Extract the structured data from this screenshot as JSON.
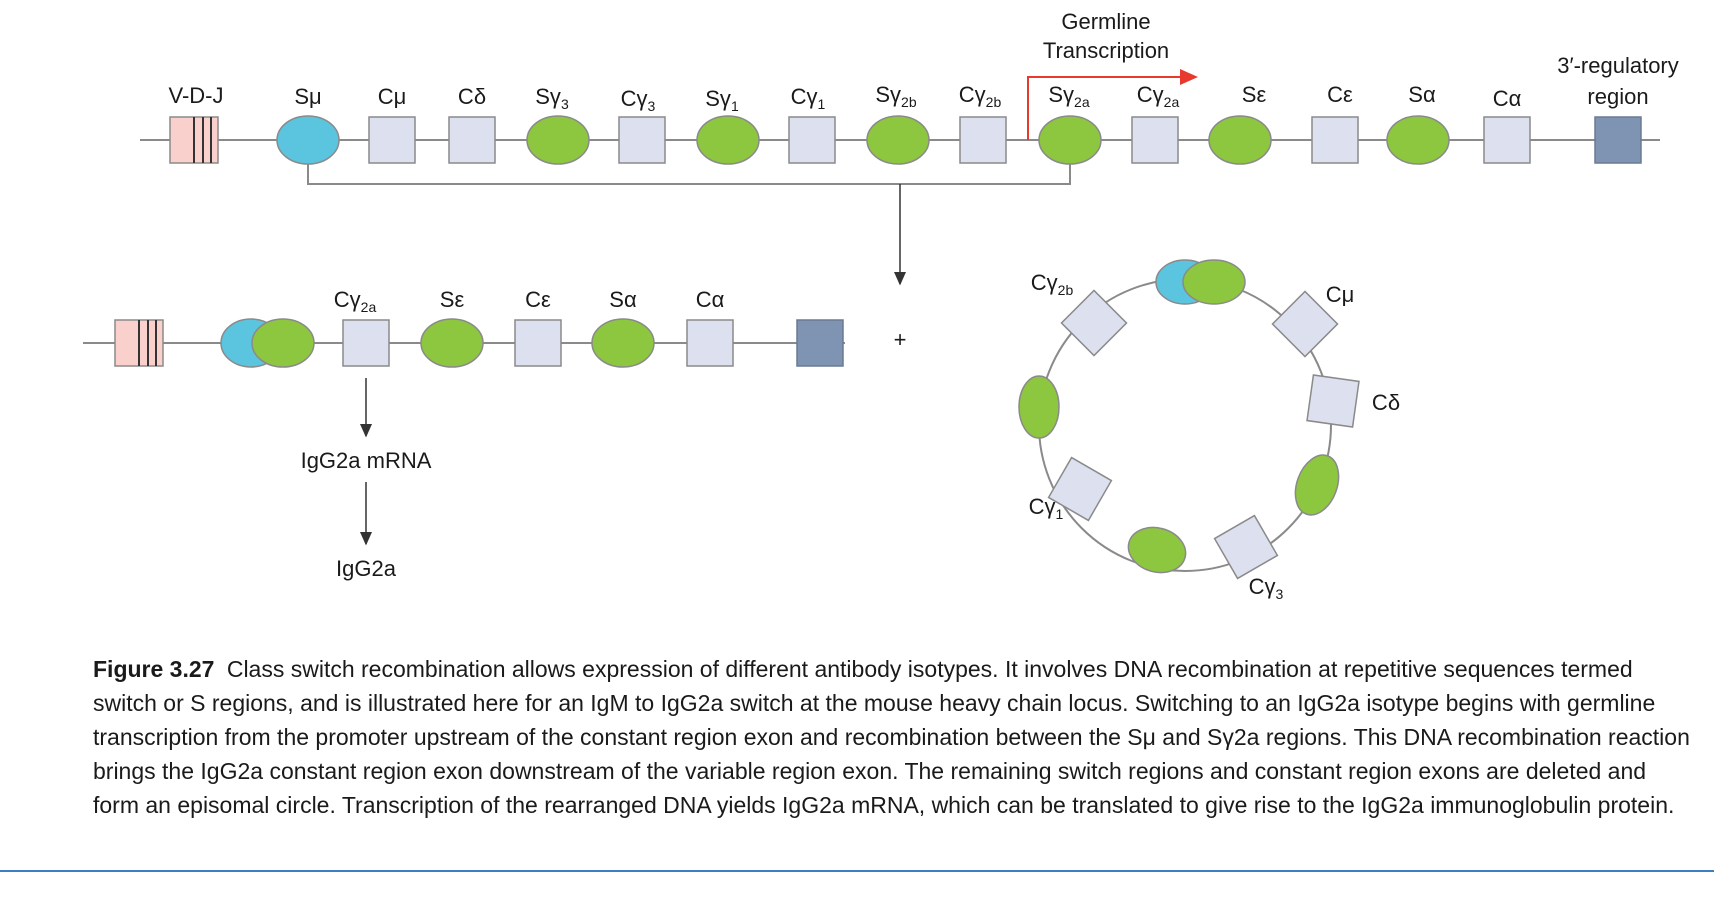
{
  "colors": {
    "s_mu": "#5bc4de",
    "s_region": "#8dc63f",
    "c_exon": "#dde0ee",
    "regulatory": "#7f93b3",
    "vdj": "#f9d0cc",
    "line": "#8a8a8a",
    "transcription_arrow": "#e8392e",
    "rule": "#3a7fc1"
  },
  "germline": {
    "transcription_label": [
      "Germline",
      "Transcription"
    ],
    "vdj_label": "V-D-J",
    "regulatory_label": [
      "3′-regulatory",
      "region"
    ],
    "segments": [
      {
        "name": "S",
        "sub": "μ"
      },
      {
        "name": "C",
        "sub": "μ"
      },
      {
        "name": "C",
        "sub": "δ"
      },
      {
        "name": "Sγ",
        "sub": "3"
      },
      {
        "name": "Cγ",
        "sub": "3"
      },
      {
        "name": "Sγ",
        "sub": "1"
      },
      {
        "name": "Cγ",
        "sub": "1"
      },
      {
        "name": "Sγ",
        "sub": "2b"
      },
      {
        "name": "Cγ",
        "sub": "2b"
      },
      {
        "name": "Sγ",
        "sub": "2a"
      },
      {
        "name": "Cγ",
        "sub": "2a"
      },
      {
        "name": "S",
        "sub": "ε"
      },
      {
        "name": "C",
        "sub": "ε"
      },
      {
        "name": "S",
        "sub": "α"
      },
      {
        "name": "C",
        "sub": "α"
      }
    ]
  },
  "recombined": {
    "segments": [
      {
        "name": "Cγ",
        "sub": "2a"
      },
      {
        "name": "S",
        "sub": "ε"
      },
      {
        "name": "C",
        "sub": "ε"
      },
      {
        "name": "S",
        "sub": "α"
      },
      {
        "name": "C",
        "sub": "α"
      }
    ],
    "plus": "+",
    "mrna": "IgG2a mRNA",
    "protein": "IgG2a"
  },
  "episome": {
    "labels": [
      {
        "name": "Cγ",
        "sub": "2b"
      },
      {
        "name": "C",
        "sub": "μ"
      },
      {
        "name": "C",
        "sub": "δ"
      },
      {
        "name": "Cγ",
        "sub": "1"
      },
      {
        "name": "Cγ",
        "sub": "3"
      }
    ]
  },
  "caption": {
    "figure": "Figure 3.27",
    "text": "Class switch recombination allows expression of different antibody isotypes. It involves DNA recombination at repetitive sequences termed switch or S regions, and is illustrated here for an IgM to IgG2a switch at the mouse heavy chain locus. Switching to an IgG2a isotype begins with germline transcription from the promoter upstream of the constant region exon and recombination between the Sμ and Sγ2a regions. This DNA recombination reaction brings the IgG2a constant region exon downstream of the variable region exon. The remaining switch regions and constant region exons are deleted and form an episomal circle. Transcription of the rearranged DNA yields IgG2a mRNA, which can be translated to give rise to the IgG2a immunoglobulin protein."
  }
}
